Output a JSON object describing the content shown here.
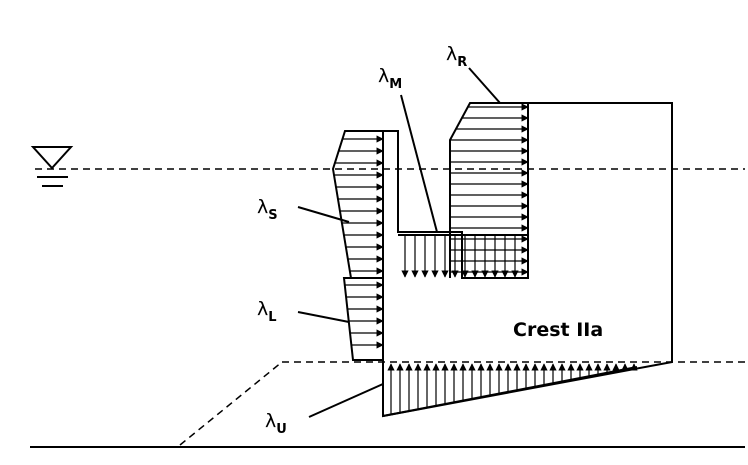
{
  "labels": {
    "lambda_s": {
      "symbol": "λ",
      "sub": "S"
    },
    "lambda_l": {
      "symbol": "λ",
      "sub": "L"
    },
    "lambda_u": {
      "symbol": "λ",
      "sub": "U"
    },
    "lambda_m": {
      "symbol": "λ",
      "sub": "M"
    },
    "lambda_r": {
      "symbol": "λ",
      "sub": "R"
    }
  },
  "structure_label": "Crest IIa"
}
